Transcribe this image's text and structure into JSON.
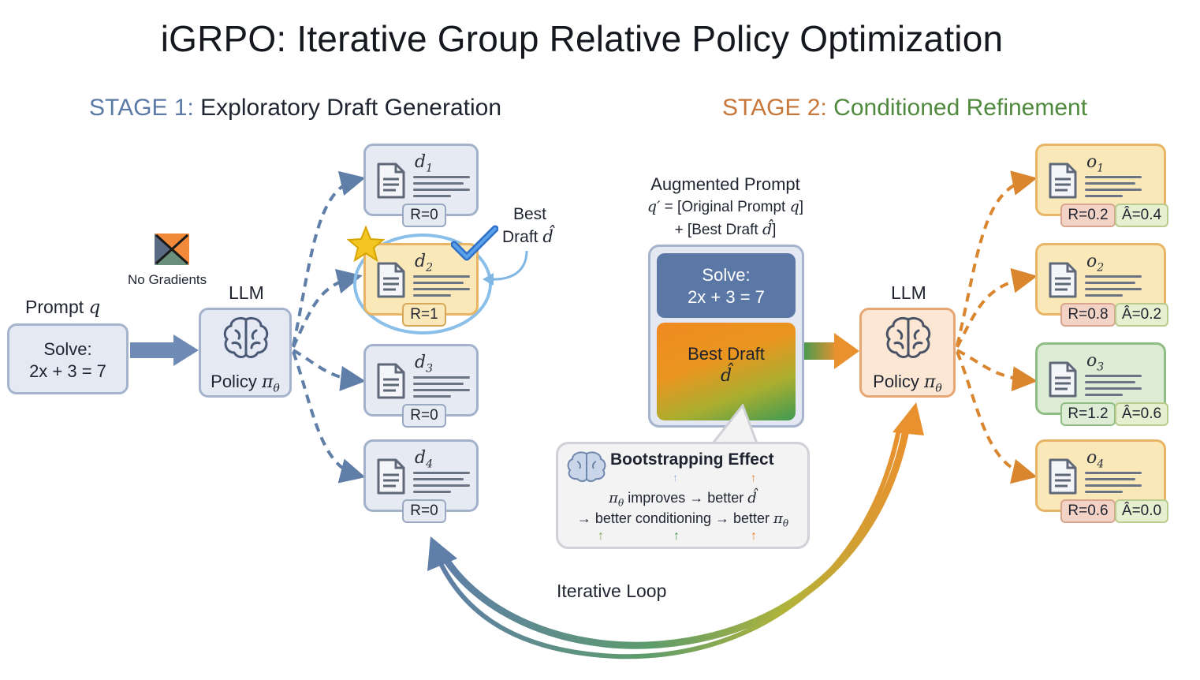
{
  "title": "iGRPO: Iterative Group Relative Policy Optimization",
  "stage1": {
    "prefix": "STAGE 1:",
    "name": "Exploratory Draft Generation"
  },
  "stage2": {
    "prefix": "STAGE 2:",
    "name": "Conditioned Refinement"
  },
  "prompt": {
    "label": "Prompt",
    "var": "q",
    "line1": "Solve:",
    "line2": "2x + 3 = 7"
  },
  "no_gradients": "No Gradients",
  "llm1": {
    "header": "LLM",
    "policy": "Policy",
    "var": "π",
    "sub": "θ"
  },
  "drafts": [
    {
      "name": "d",
      "sub": "1",
      "reward": "R=0"
    },
    {
      "name": "d",
      "sub": "2",
      "reward": "R=1"
    },
    {
      "name": "d",
      "sub": "3",
      "reward": "R=0"
    },
    {
      "name": "d",
      "sub": "4",
      "reward": "R=0"
    }
  ],
  "best_draft_label": {
    "line1": "Best",
    "line2": "Draft",
    "var": "d̂"
  },
  "augmented": {
    "title": "Augmented Prompt",
    "line2_var": "q′",
    "line2_text": " = [Original Prompt ",
    "line2_q": "q",
    "line2_end": "]",
    "line3_text": "+ [Best Draft ",
    "line3_var": "d̂",
    "line3_end": "]",
    "solve1": "Solve:",
    "solve2": "2x + 3 = 7",
    "best1": "Best Draft",
    "best2": "d̂"
  },
  "bootstrapping": {
    "title": "Bootstrapping Effect",
    "line1_a": "π",
    "line1_sub": "θ",
    "line1_b": " improves → better ",
    "line1_c": "d̂",
    "line2_a": "→ better conditioning → better ",
    "line2_b": "π",
    "line2_sub": "θ"
  },
  "llm2": {
    "header": "LLM",
    "policy": "Policy",
    "var": "π",
    "sub": "θ"
  },
  "outputs": [
    {
      "name": "o",
      "sub": "1",
      "reward": "R=0.2",
      "advantage": "Â=0.4",
      "color": "yellow"
    },
    {
      "name": "o",
      "sub": "2",
      "reward": "R=0.8",
      "advantage": "Â=0.2",
      "color": "yellow"
    },
    {
      "name": "o",
      "sub": "3",
      "reward": "R=1.2",
      "advantage": "Â=0.6",
      "color": "green"
    },
    {
      "name": "o",
      "sub": "4",
      "reward": "R=0.6",
      "advantage": "Â=0.0",
      "color": "yellow"
    }
  ],
  "loop_label": "Iterative Loop",
  "colors": {
    "stage1": "#5c7aa6",
    "stage2_prefix": "#c8773a",
    "stage2_name": "#4f8a3e",
    "dash_blue": "#5f7ea8",
    "dash_orange": "#d9862f",
    "accent_orange": "#e8912e",
    "accent_green": "#3e9a52",
    "star": "#f3c623",
    "check": "#4f8fd8"
  },
  "icons": [
    "brain-icon",
    "document-icon",
    "no-gradients-icon",
    "star-icon",
    "checkmark-icon"
  ]
}
